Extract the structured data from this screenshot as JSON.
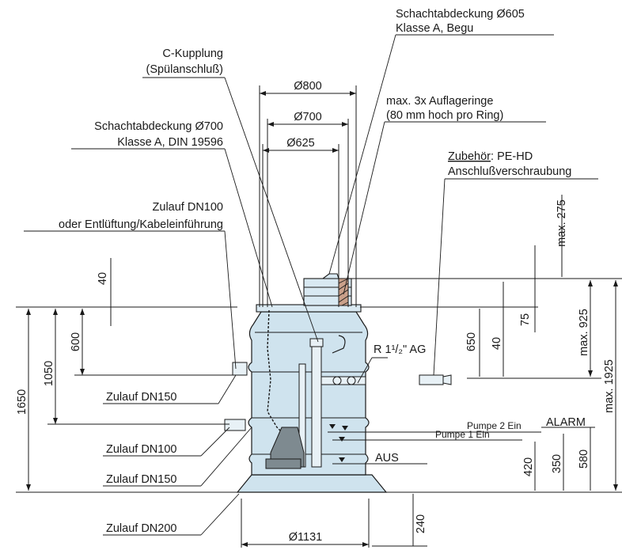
{
  "labels": {
    "cover605_l1": "Schachtabdeckung  Ø605",
    "cover605_l2": "Klasse A, Begu",
    "ckupplung_l1": "C-Kupplung",
    "ckupplung_l2": "(Spülanschluß)",
    "rings_l1": "max. 3x Auflageringe",
    "rings_l2": "(80 mm hoch pro Ring)",
    "cover700_l1": "Schachtabdeckung Ø700",
    "cover700_l2": "Klasse A, DIN 19596",
    "accessory_l1_u": "Zubehör",
    "accessory_l1_r": ": PE-HD",
    "accessory_l2": "Anschlußverschraubung",
    "inlet100top_l1": "Zulauf DN100",
    "inlet100top_l2": "oder Entlüftung/Kabeleinführung",
    "thread": "R 1¹/₂\" AG",
    "inlet150a": "Zulauf DN150",
    "inlet100": "Zulauf DN100",
    "inlet150b": "Zulauf DN150",
    "inlet200": "Zulauf DN200",
    "pump2": "Pumpe 2 Ein",
    "pump1": "Pumpe 1 Ein",
    "alarm": "ALARM",
    "aus": "AUS"
  },
  "dimensions": {
    "d800": "Ø800",
    "d700": "Ø700",
    "d625": "Ø625",
    "d1131": "Ø1131",
    "h40a": "40",
    "h600": "600",
    "h1050": "1050",
    "h1650": "1650",
    "h650": "650",
    "h40b": "40",
    "h75": "75",
    "hmax275": "max. 275",
    "hmax925": "max. 925",
    "hmax1925": "max. 1925",
    "h420": "420",
    "h350": "350",
    "h580": "580",
    "h240": "240"
  }
}
